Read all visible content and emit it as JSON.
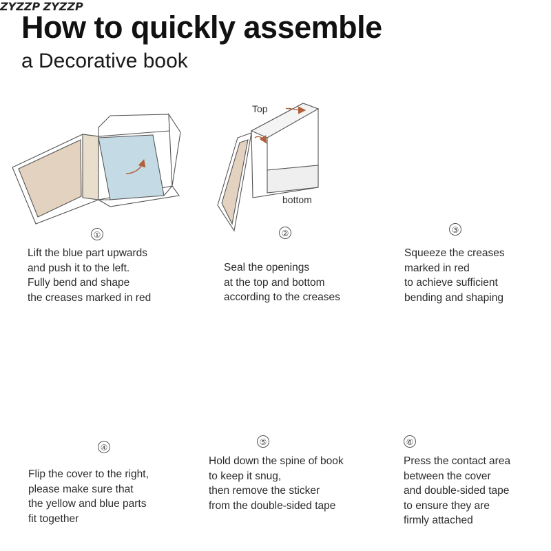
{
  "header": {
    "title": "How to quickly assemble",
    "subtitle": "a Decorative book"
  },
  "labels": {
    "top": "Top",
    "bottom": "bottom",
    "brand": "ZYZZP"
  },
  "colors": {
    "tan": "#e3d2bf",
    "blue": "#c4dbe6",
    "yellow": "#f2d9a8",
    "gray": "#c9c9c9",
    "arrow": "#b0603a"
  },
  "steps": [
    {
      "number": "①",
      "lines": [
        "Lift the blue part upwards",
        "and push it to the left.",
        "Fully bend and shape",
        "the creases marked in red"
      ]
    },
    {
      "number": "②",
      "lines": [
        "Seal the openings",
        "at the top and bottom",
        "according to the creases"
      ]
    },
    {
      "number": "③",
      "lines": [
        "Squeeze the creases",
        "marked in red",
        "to achieve sufficient",
        "bending and shaping"
      ]
    },
    {
      "number": "④",
      "lines": [
        "Flip the cover to the right,",
        "please make sure that",
        "the yellow and blue parts",
        "fit together"
      ]
    },
    {
      "number": "⑤",
      "lines": [
        "Hold down the spine of book",
        "to keep it snug,",
        "then remove the sticker",
        "from the double-sided tape"
      ]
    },
    {
      "number": "⑥",
      "lines": [
        "Press the contact area",
        "between the cover",
        "and double-sided tape",
        "to ensure they are",
        "firmly attached"
      ]
    }
  ]
}
